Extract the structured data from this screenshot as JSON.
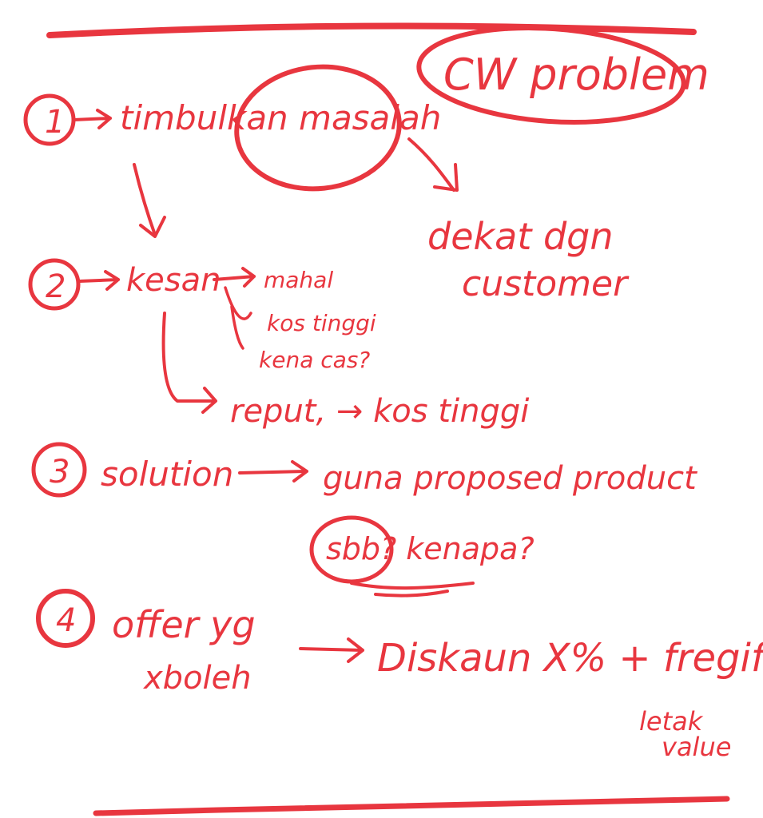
{
  "ink_color": "#e8363f",
  "page_background": "#ffffff",
  "title": "CW problem",
  "steps": [
    {
      "number": "1",
      "label": "timbulkan masalah",
      "result": [
        "dekat dgn",
        "customer"
      ]
    },
    {
      "number": "2",
      "label": "kesan",
      "effects": [
        "mahal",
        "kos tinggi",
        "kena cas?"
      ],
      "result": "reput, → kos tinggi"
    },
    {
      "number": "3",
      "label": "solution",
      "result": "guna proposed product",
      "question": "sbb? kenapa?"
    },
    {
      "number": "4",
      "label_lines": [
        "offer yg",
        "xboleh"
      ],
      "result": "Diskaun X% + fregift",
      "note_lines": [
        "letak",
        "value"
      ]
    }
  ]
}
